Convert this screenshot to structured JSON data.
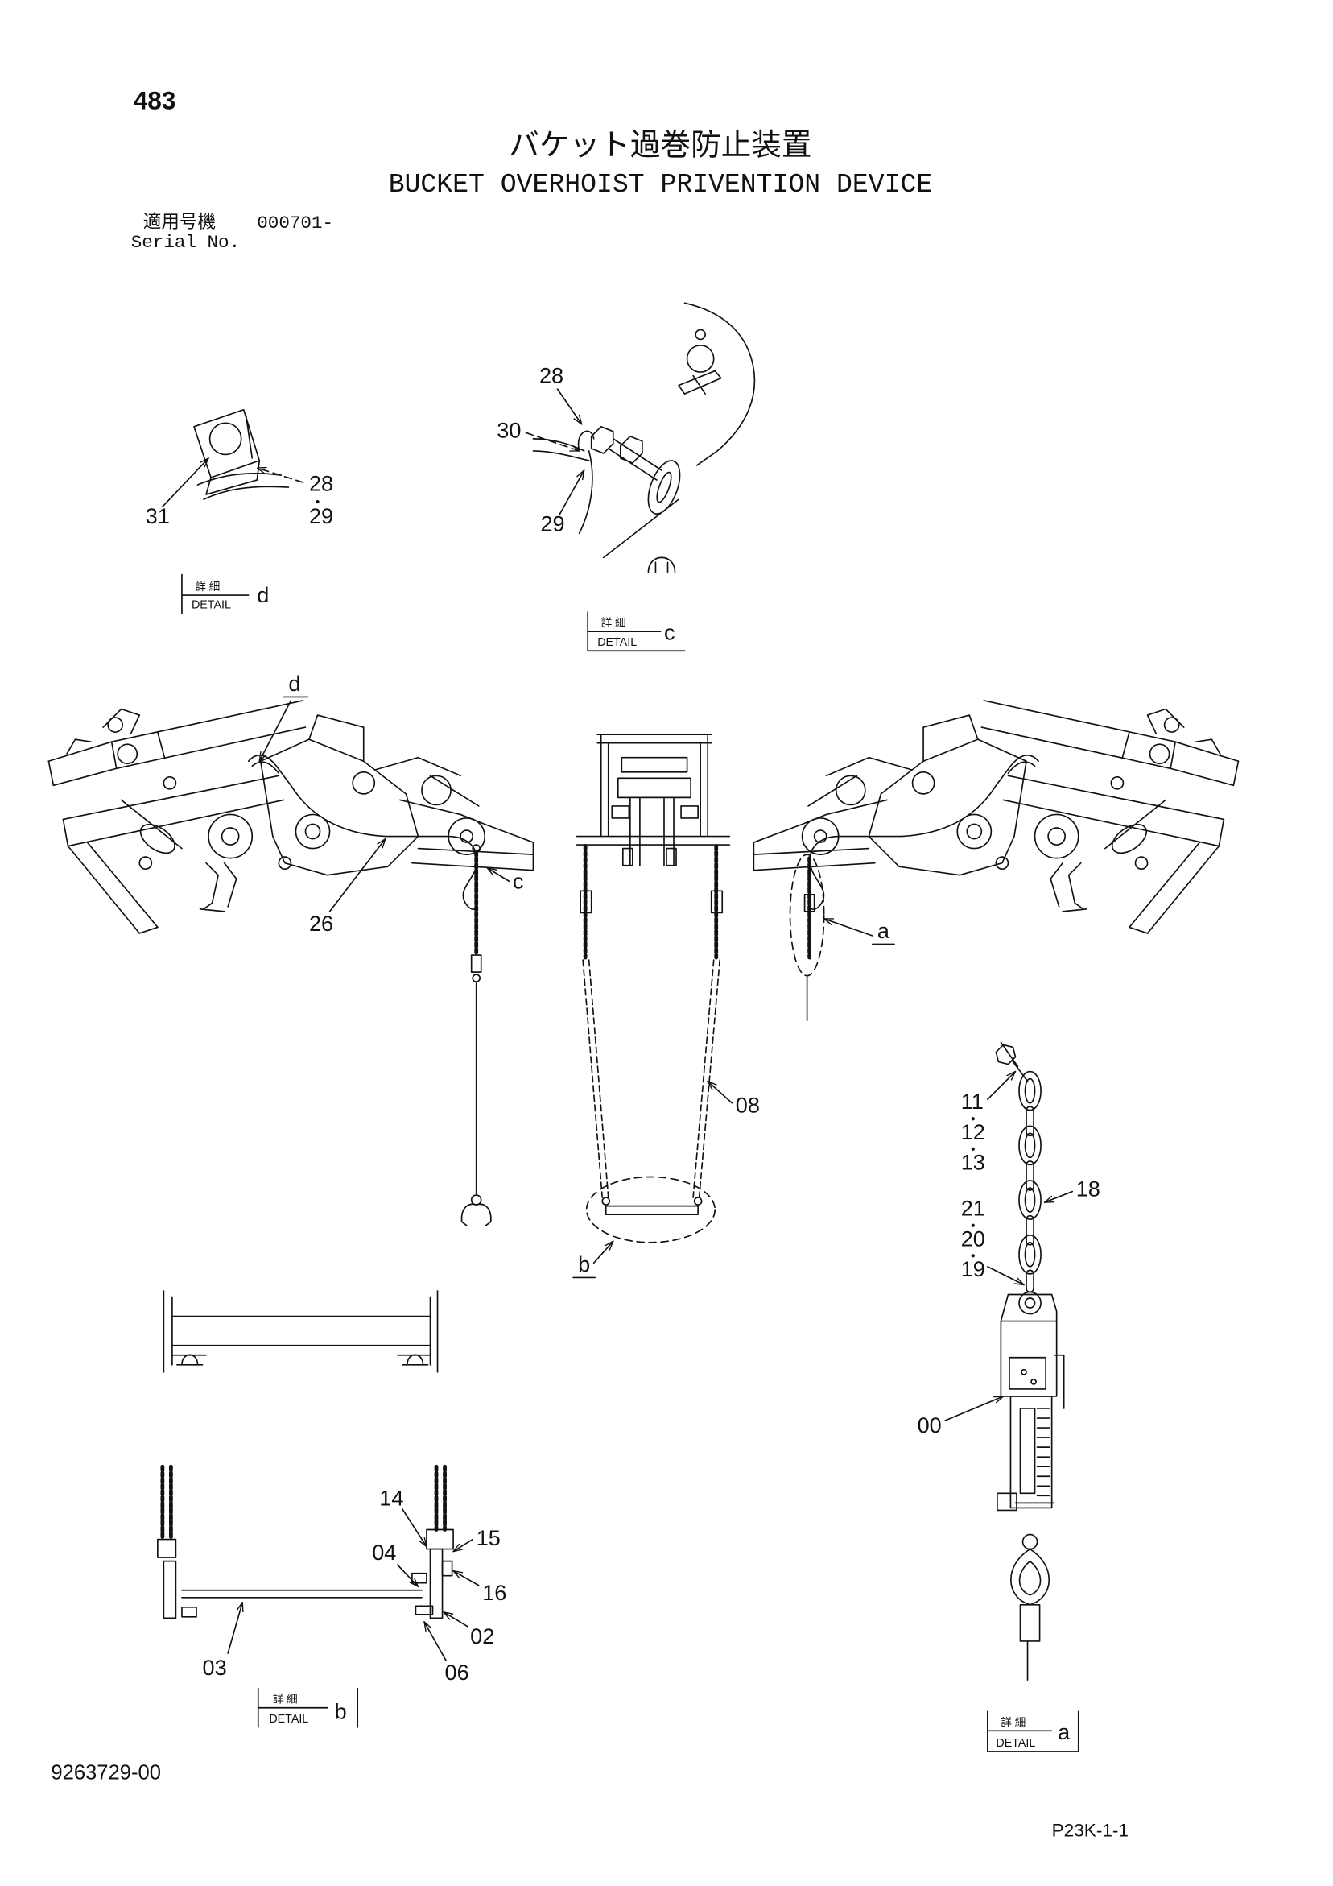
{
  "header": {
    "page_number": "483",
    "title_ja": "バケット過巻防止装置",
    "title_en": "BUCKET OVERHOIST PRIVENTION DEVICE",
    "serial_label_ja": "適用号機",
    "serial_range": "000701-",
    "serial_label_en": "Serial No."
  },
  "detail_d": {
    "heading_ja": "詳 細",
    "heading_en": "DETAIL",
    "letter": "d",
    "parts": [
      "31",
      "28",
      "29"
    ]
  },
  "detail_c": {
    "heading_ja": "詳 細",
    "heading_en": "DETAIL",
    "letter": "c",
    "parts": [
      "28",
      "30",
      "29"
    ]
  },
  "main_view": {
    "detail_refs": [
      "d",
      "c",
      "a",
      "b"
    ],
    "parts": [
      "26",
      "08"
    ]
  },
  "detail_b": {
    "heading_ja": "詳 細",
    "heading_en": "DETAIL",
    "letter": "b",
    "parts": [
      "14",
      "15",
      "04",
      "16",
      "02",
      "03",
      "06"
    ]
  },
  "detail_a": {
    "heading_ja": "詳 細",
    "heading_en": "DETAIL",
    "letter": "a",
    "parts": [
      "11",
      "12",
      "13",
      "18",
      "21",
      "20",
      "19",
      "00"
    ]
  },
  "footer": {
    "drawing_number": "9263729-00",
    "page_code": "P23K-1-1"
  },
  "colors": {
    "ink": "#111111",
    "paper": "#ffffff"
  }
}
